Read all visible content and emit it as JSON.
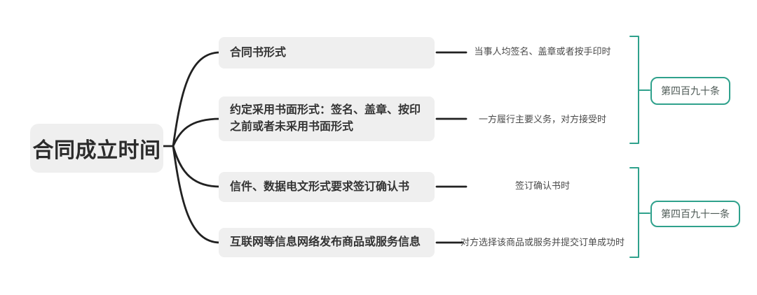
{
  "root": {
    "label": "合同成立时间"
  },
  "branches": [
    {
      "label": "合同书形式",
      "leaf": "当事人均签名、盖章或者按手印时"
    },
    {
      "label": "约定采用书面形式：签名、盖章、按印\n之前或者未采用书面形式",
      "leaf": "一方履行主要义务，对方接受时"
    },
    {
      "label": "信件、数据电文形式要求签订确认书",
      "leaf": "签订确认书时"
    },
    {
      "label": "互联网等信息网络发布商品或服务信息",
      "leaf": "对方选择该商品或服务并提交订单成功时"
    }
  ],
  "summaries": [
    {
      "label": "第四百九十条",
      "branch_range": [
        1,
        2
      ]
    },
    {
      "label": "第四百九十一条",
      "branch_range": [
        3,
        4
      ]
    }
  ],
  "colors": {
    "background": "#ffffff",
    "node_fill": "#efefef",
    "node_text": "#333333",
    "connector": "#212121",
    "bracket_accent": "#2fa18c",
    "leaf_text": "#4a4a4a"
  }
}
